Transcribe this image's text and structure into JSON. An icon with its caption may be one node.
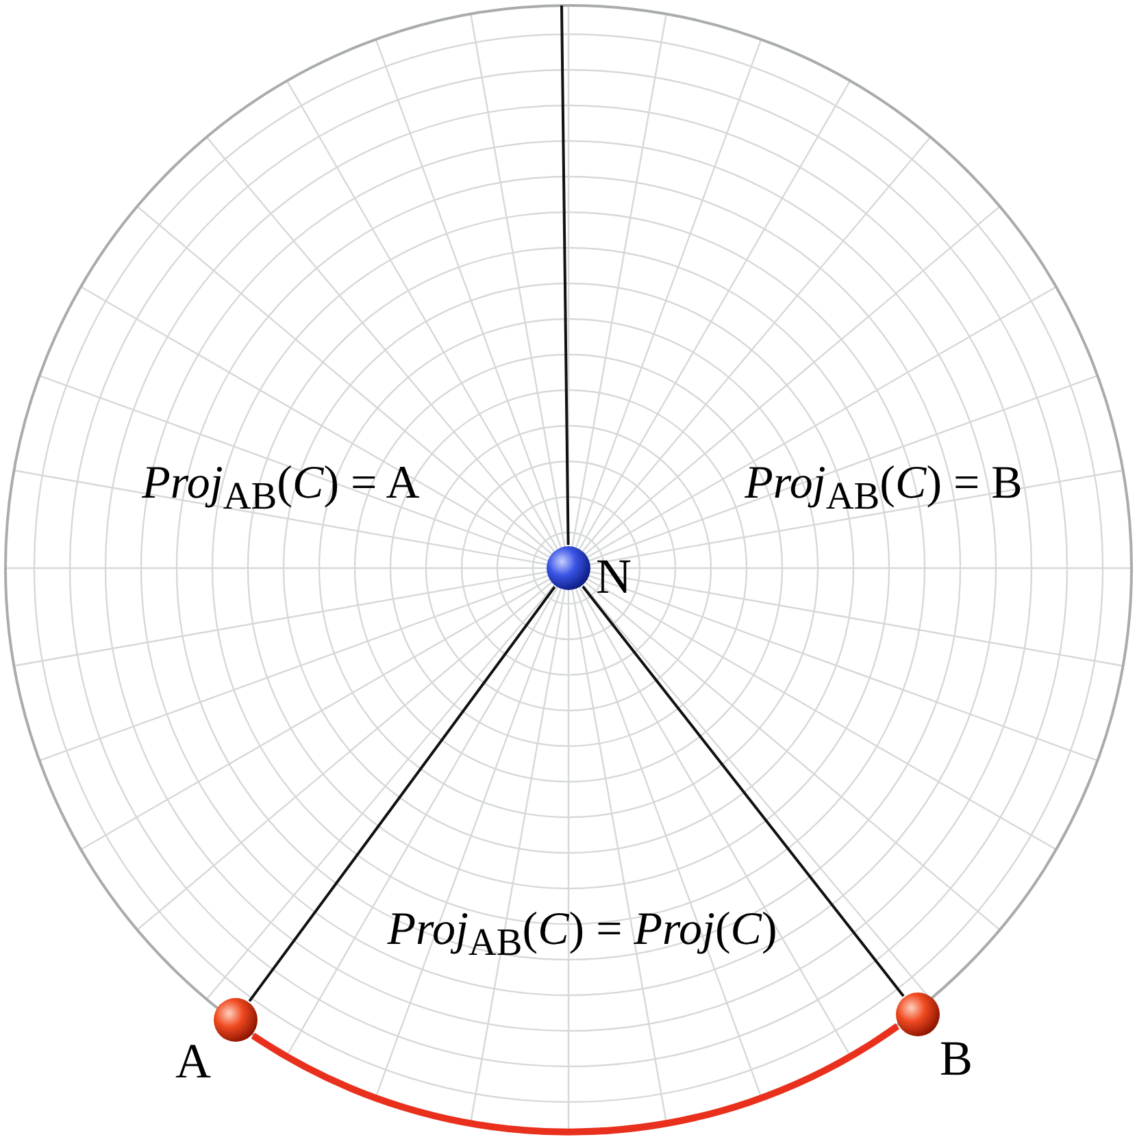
{
  "diagram": {
    "nodes": [
      {
        "text": [
          "N"
        ]
      },
      {
        "text": [
          "A"
        ]
      },
      {
        "text": [
          "B"
        ]
      }
    ],
    "edges": [
      {
        "from": 0,
        "to": 1,
        "arrow": "none"
      },
      {
        "from": 0,
        "to": 2,
        "arrow": "none"
      },
      {
        "from": 0,
        "to": null,
        "arrow": "none"
      },
      {
        "from": 1,
        "to": 2,
        "arrow": "none",
        "style": "thick",
        "color": "#e8301c"
      }
    ],
    "labels": [
      "*Proj*$_{AB}$(*C*) = A",
      "*Proj*$_{AB}$(*C*) = B",
      "*Proj*$_{AB}$(*C*) = *Proj*(*C*)"
    ]
  }
}
